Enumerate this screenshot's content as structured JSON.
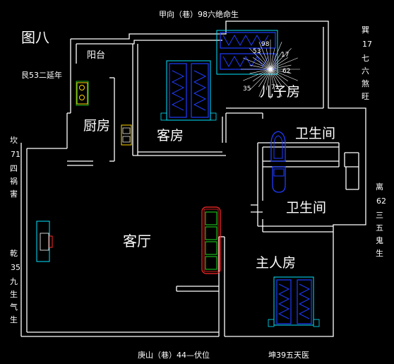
{
  "figure_label": "图八",
  "directions": {
    "top": "甲向（巷）98六绝命生",
    "bottom_left": "庚山（巷）44—伏位",
    "bottom_right": "坤39五天医",
    "left_upper": "艮53二延年",
    "left_mid": [
      "坎",
      "71",
      "四",
      "祸",
      "害"
    ],
    "left_low": [
      "乾",
      "35",
      "九",
      "生",
      "气",
      "生"
    ],
    "right_top": [
      "巽",
      "17",
      "七",
      "六",
      "煞",
      "旺"
    ],
    "right_mid": [
      "离",
      "62",
      "三",
      "五",
      "鬼",
      "生"
    ]
  },
  "rooms": {
    "balcony": "阳台",
    "kitchen": "厨房",
    "guest_room": "客房",
    "kids_room": "儿子房",
    "bath1": "卫生间",
    "bath2": "卫生间",
    "living_room": "客厅",
    "master_room": "主人房"
  },
  "compass_numbers": [
    "53",
    "98",
    "17",
    "62",
    "35",
    "71"
  ],
  "colors": {
    "background": "#000000",
    "wall": "#ffffff",
    "furniture": "#1e3cff",
    "outline": "#00e5ff",
    "accent_red": "#ff2a2a",
    "accent_yellow": "#ffd400",
    "accent_green": "#22dd22"
  }
}
